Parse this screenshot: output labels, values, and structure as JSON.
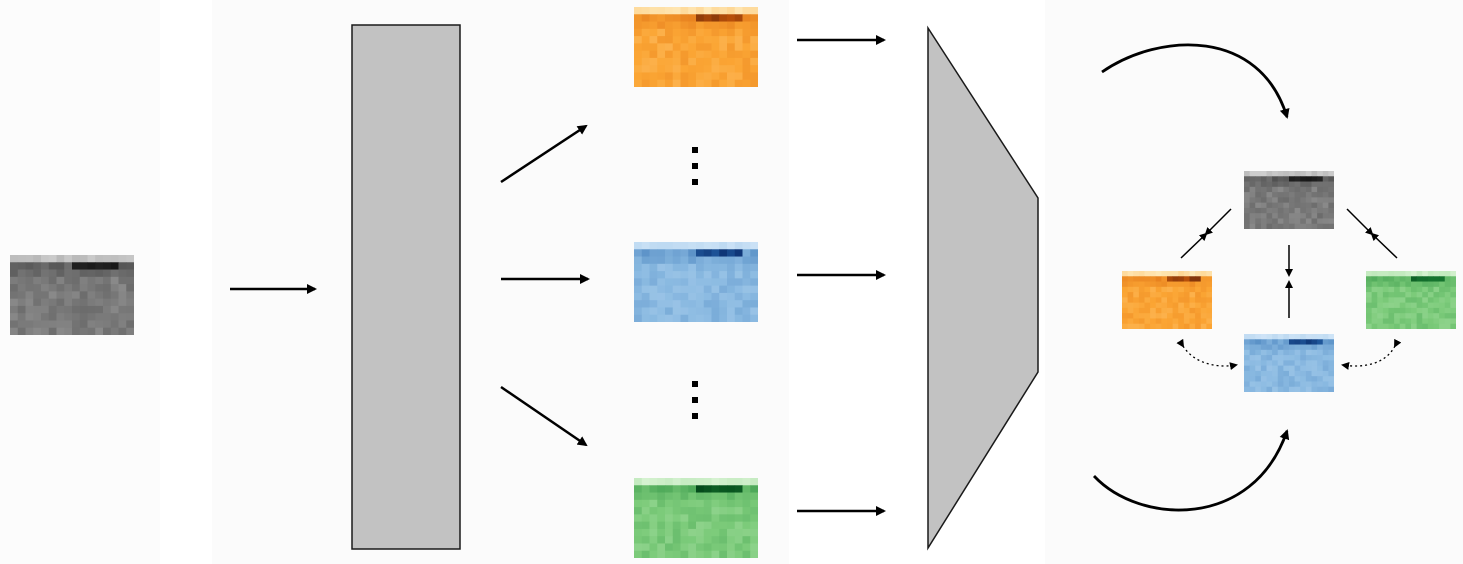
{
  "colors": {
    "background": "#ffffff",
    "panel_left": "#fafafa",
    "panel_middle": "#fbfbfb",
    "panel_right": "#fafafa",
    "block_fill": "#c2c2c2",
    "block_stroke": "#1a1a1a",
    "arrow": "#000000",
    "gray_patch": "#7a7a7a",
    "orange_patch": "#fba534",
    "blue_patch": "#8cbbe2",
    "green_patch": "#7ccb7a"
  },
  "patches": [
    {
      "name": "input-patch",
      "palette": "gray"
    },
    {
      "name": "orange-output-patch",
      "palette": "orange"
    },
    {
      "name": "blue-output-patch",
      "palette": "blue"
    },
    {
      "name": "green-output-patch",
      "palette": "green"
    },
    {
      "name": "relation-gray-patch",
      "palette": "gray"
    },
    {
      "name": "relation-orange-patch",
      "palette": "orange"
    },
    {
      "name": "relation-blue-patch",
      "palette": "blue"
    },
    {
      "name": "relation-green-patch",
      "palette": "green"
    }
  ],
  "icons": {
    "ellipsis": "vertical-ellipsis-icon",
    "arrow": "arrow-right-icon"
  }
}
